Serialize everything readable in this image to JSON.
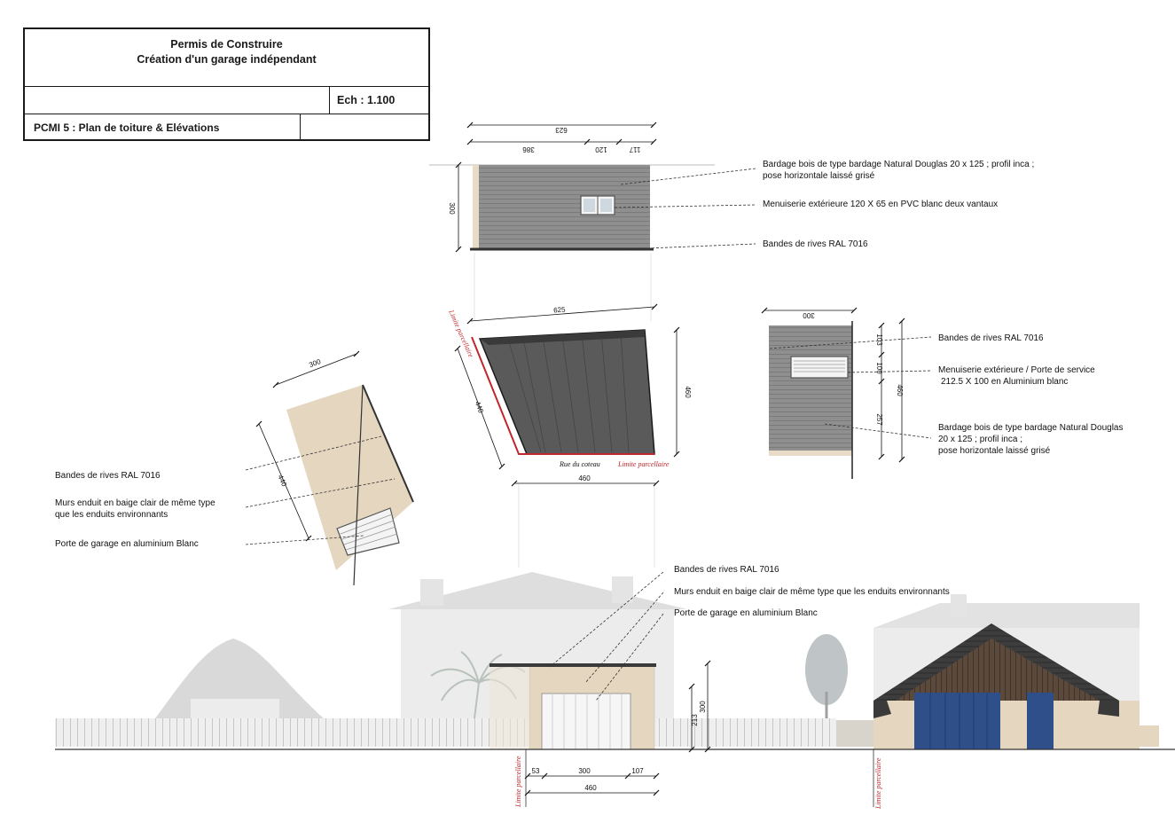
{
  "cartouche": {
    "title_line1": "Permis de Construire",
    "title_line2": "Création d'un garage indépendant",
    "scale": "Ech : 1.100",
    "sheet": "PCMI 5 : Plan de toiture & Elévations"
  },
  "dimensions": {
    "top_total": "623",
    "top_seg1": "386",
    "top_seg2": "120",
    "top_seg3": "117",
    "top_height": "300",
    "plan_width": "625",
    "plan_depth": "460",
    "plan_left": "440",
    "plan_bottom": "460",
    "side_width": "300",
    "side_seg1": "103",
    "side_seg2": "100",
    "side_seg3": "257",
    "side_total": "460",
    "tilted_width": "300",
    "tilted_length": "440",
    "street_wall": "213",
    "street_height": "300",
    "bottom_left": "53",
    "bottom_mid": "300",
    "bottom_right": "107",
    "bottom_total": "460"
  },
  "labels": {
    "limite": "Limite parcellaire",
    "rue": "Rue du coteau"
  },
  "notes": {
    "top_cladding_1": "Bardage bois de type bardage Natural Douglas 20 x 125 ; profil inca ;",
    "top_cladding_2": "pose horizontale laissé grisé",
    "top_window": "Menuiserie extérieure 120 X 65 en PVC blanc deux vantaux",
    "top_bands": "Bandes de rives RAL 7016",
    "side_bands": "Bandes de rives RAL 7016",
    "side_door_1": "Menuiserie extérieure / Porte de service",
    "side_door_2": "212.5 X 100 en Aluminium blanc",
    "side_cladding_1": "Bardage bois de type bardage Natural Douglas",
    "side_cladding_2": "20 x 125 ; profil inca ;",
    "side_cladding_3": "pose horizontale laissé grisé",
    "left_bands": "Bandes de rives RAL 7016",
    "left_walls_1": "Murs enduit en baige clair de même type",
    "left_walls_2": "que les enduits environnants",
    "left_door": "Porte de garage en aluminium Blanc",
    "street_bands": "Bandes de rives RAL 7016",
    "street_walls": "Murs enduit en baige clair de même type que les enduits environnants",
    "street_door": "Porte de garage en aluminium Blanc"
  },
  "colors": {
    "ink": "#1a1a1a",
    "limit_red": "#c0272d",
    "cladding": "#8e8e8e",
    "roof": "#5a5a5a",
    "render_beige": "#e4d6bf",
    "ghost": "#dcdcdc",
    "blue_door": "#2f4f8a"
  }
}
